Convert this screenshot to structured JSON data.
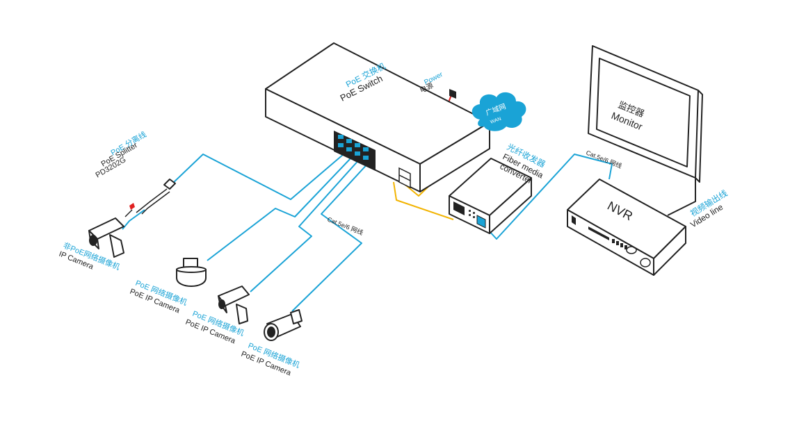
{
  "colors": {
    "network_cable": "#1aa3d6",
    "fiber_cable": "#f2b300",
    "power_cable": "#e02020",
    "cloud": "#1aa3d6",
    "device_outline": "#222222"
  },
  "switch": {
    "title_cn": "PoE 交换机",
    "title_en": "PoE  Switch",
    "power_en": "Power",
    "power_cn": "电源"
  },
  "cloud": {
    "title_cn": "广域网",
    "title_en": "WAN"
  },
  "converter": {
    "title_cn": "光纤收发器",
    "title_en_1": "Fiber media",
    "title_en_2": "converter"
  },
  "monitor": {
    "title_cn": "监控器",
    "title_en": "Monitor"
  },
  "nvr": {
    "title": "NVR",
    "cable_label": "Cat.5e/6 网线",
    "video_cn": "视频输出线",
    "video_en": "Video line"
  },
  "splitter": {
    "title_cn": "PoE 分离线",
    "title_en": "PoE Splitter",
    "model": "PD3202G"
  },
  "cameras": [
    {
      "name_cn": "非PoE网络摄像机",
      "name_en": "IP Camera"
    },
    {
      "name_cn": "PoE 网络摄像机",
      "name_en": "PoE IP Camera"
    },
    {
      "name_cn": "PoE 网络摄像机",
      "name_en": "PoE IP Camera"
    },
    {
      "name_cn": "PoE 网络摄像机",
      "name_en": "PoE IP Camera"
    }
  ],
  "camera_cable_label": "Cat.5e/6 网线"
}
